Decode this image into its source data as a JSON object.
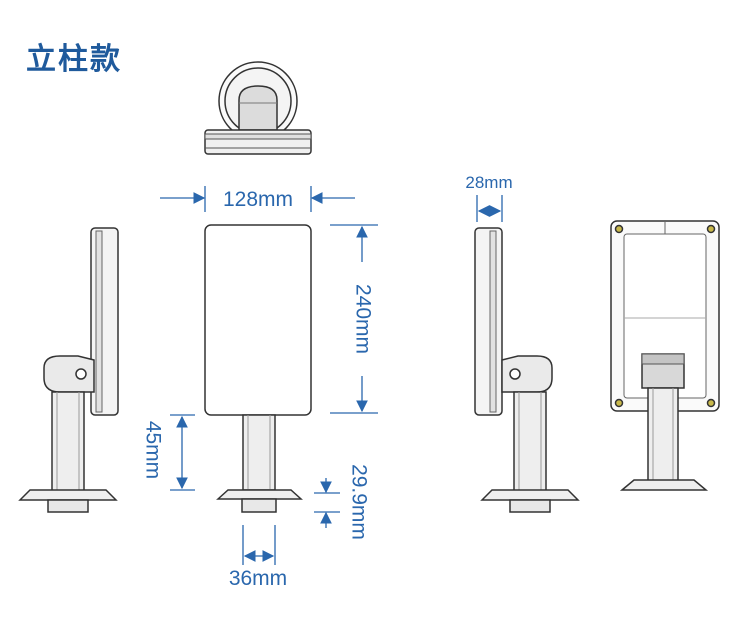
{
  "title": "立柱款",
  "colors": {
    "title": "#1f5a9c",
    "dimension": "#2a67ad",
    "outline": "#333333",
    "fill_light": "#eeeeee",
    "fill_mid": "#d8d8d8",
    "screw": "#c8b84a"
  },
  "dimensions": {
    "width": "128mm",
    "height": "240mm",
    "depth": "28mm",
    "column_height": "45mm",
    "base_height": "29.9mm",
    "column_diameter": "36mm"
  }
}
